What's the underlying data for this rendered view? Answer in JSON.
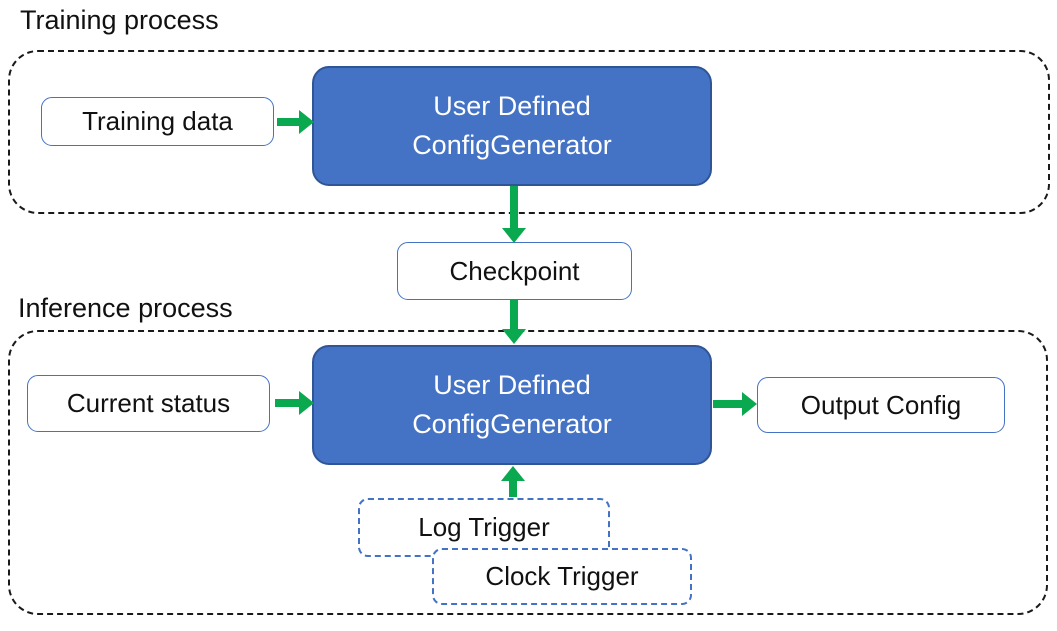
{
  "diagram": {
    "sections": {
      "training": {
        "title": "Training process"
      },
      "inference": {
        "title": "Inference process"
      }
    },
    "nodes": {
      "training_data": {
        "label": "Training data"
      },
      "training_generator": {
        "line1": "User Defined",
        "line2": "ConfigGenerator"
      },
      "checkpoint": {
        "label": "Checkpoint"
      },
      "current_status": {
        "label": "Current status"
      },
      "inference_generator": {
        "line1": "User Defined",
        "line2": "ConfigGenerator"
      },
      "output_config": {
        "label": "Output Config"
      },
      "log_trigger": {
        "label": "Log Trigger"
      },
      "clock_trigger": {
        "label": "Clock Trigger"
      }
    }
  },
  "colors": {
    "node-fill": "#4472C4",
    "node-border": "#2F5597",
    "light-box-border": "#4472C4",
    "trigger-border": "#4472C4",
    "arrow-green": "#0AA84F",
    "container-border": "#1a1a1a",
    "text-dark": "#111111",
    "text-light": "#FFFFFF"
  }
}
